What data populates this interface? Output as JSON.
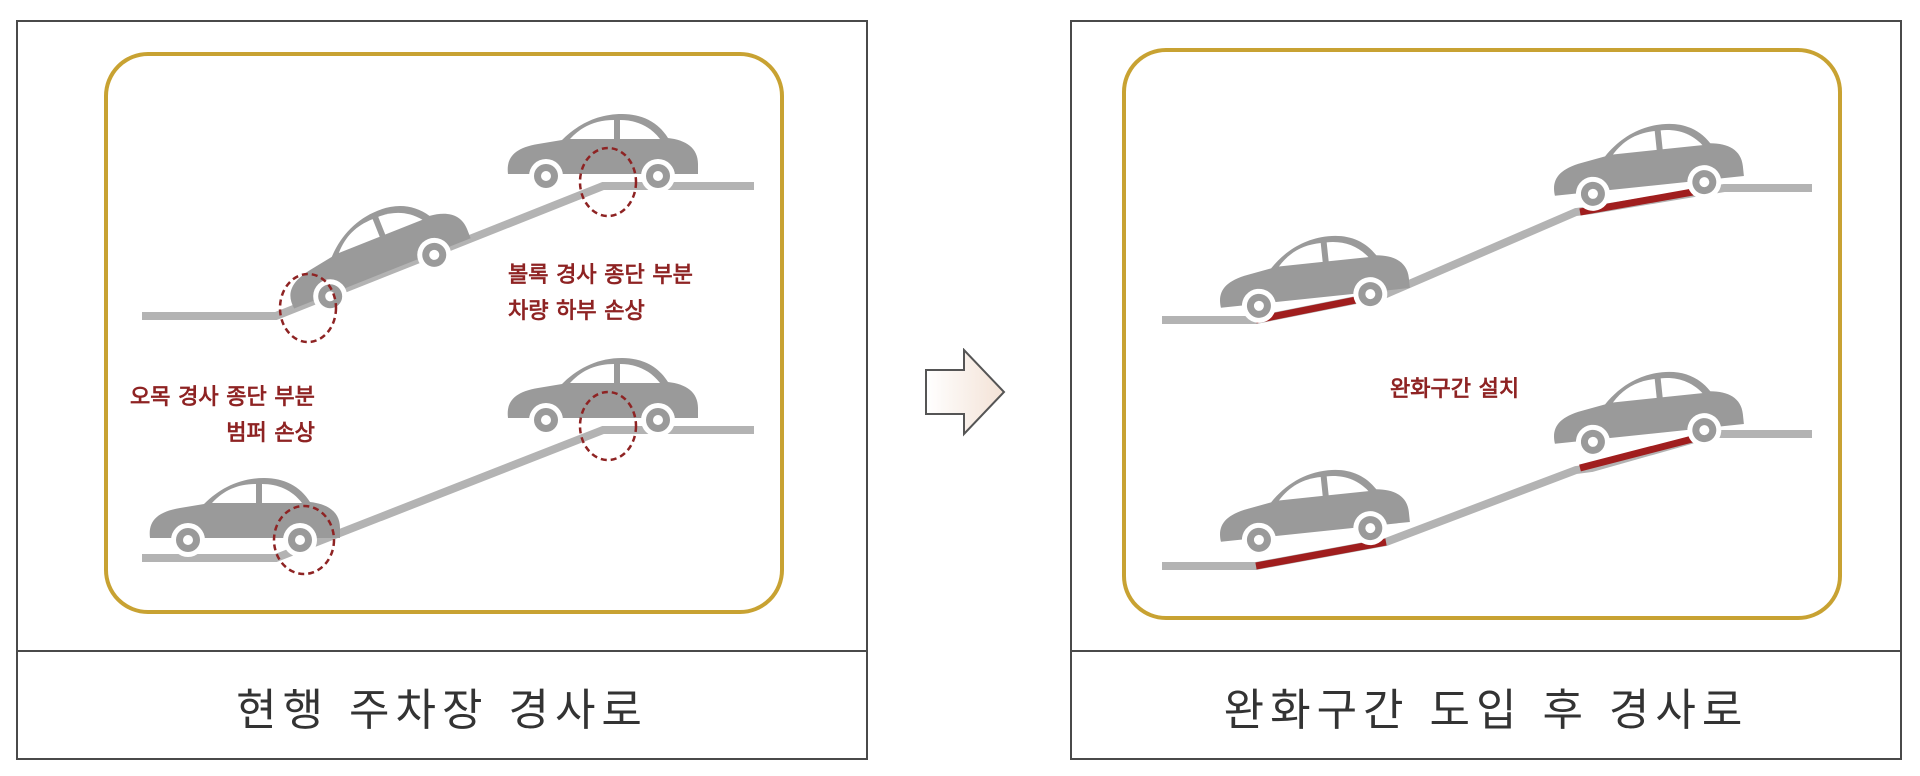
{
  "left_panel": {
    "caption": "현행 주차장 경사로",
    "convex_label": [
      "볼록 경사 종단 부분",
      "차량 하부 손상"
    ],
    "concave_label": [
      "오목 경사 종단 부분",
      "범퍼 손상"
    ]
  },
  "right_panel": {
    "caption": "완화구간 도입 후 경사로",
    "transition_label": "완화구간 설치"
  },
  "colors": {
    "frame": "#c8a232",
    "label": "#8e2323",
    "road": "#b3b3b3",
    "car": "#9a9a9a",
    "transition": "#a01e1e",
    "border": "#4a4a4a"
  },
  "icons": {
    "car": "car-icon",
    "arrow": "right-arrow-icon"
  }
}
